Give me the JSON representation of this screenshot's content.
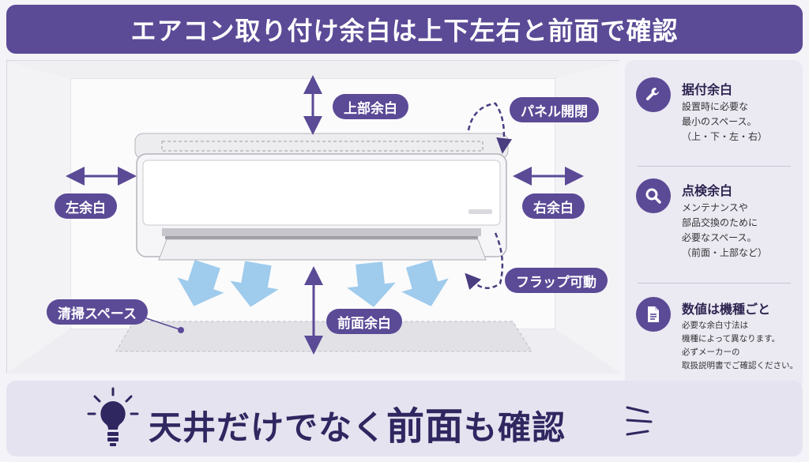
{
  "title": "エアコン取り付け余白は上下左右と前面で確認",
  "diagram": {
    "labels": {
      "top": "上部余白",
      "left": "左余白",
      "right": "右余白",
      "front": "前面余白",
      "panel": "パネル開閉",
      "flap": "フラップ可動",
      "cleaning": "清掃スペース"
    }
  },
  "sidebar": {
    "items": [
      {
        "icon": "wrench-icon",
        "title": "据付余白",
        "lines": [
          "設置時に必要な",
          "最小のスペース。",
          "（上・下・左・右）"
        ]
      },
      {
        "icon": "search-icon",
        "title": "点検余白",
        "lines": [
          "メンテナンスや",
          "部品交換のために",
          "必要なスペース。",
          "（前面・上部など）"
        ]
      },
      {
        "icon": "document-icon",
        "title": "数値は機種ごと",
        "lines": [
          "必要な余白寸法は",
          "機種によって異なります。",
          "必ずメーカーの",
          "取扱説明書でご確認ください。"
        ]
      }
    ]
  },
  "banner": {
    "part1": "天井だけでなく",
    "part2": "前面",
    "part3": "も確認"
  },
  "colors": {
    "accent": "#5b4a96",
    "airflow": "#8fc3ea"
  }
}
